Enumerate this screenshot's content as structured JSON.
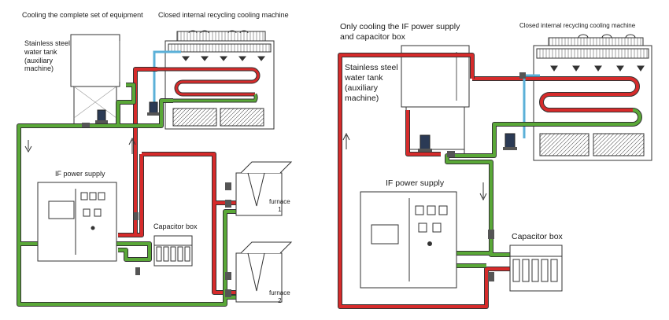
{
  "left_panel": {
    "title": "Cooling the complete set of equipment",
    "cooling_machine_label": "Closed internal recycling cooling machine",
    "water_tank_label": "Stainless steel\nwater tank\n(auxiliary\nmachine)",
    "power_supply_label": "IF power supply",
    "capacitor_label": "Capacitor box",
    "furnace1_label": "furnace\n1",
    "furnace2_label": "furnace\n2"
  },
  "right_panel": {
    "title": "Only cooling the IF power supply\nand capacitor box",
    "cooling_machine_label": "Closed internal recycling cooling machine",
    "water_tank_label": "Stainless steel\nwater tank\n(auxiliary\nmachine)",
    "power_supply_label": "IF power supply",
    "capacitor_label": "Capacitor box"
  },
  "colors": {
    "hot_pipe": "#d62b2b",
    "cold_pipe": "#5aa838",
    "fan_pipe": "#5bb0d8",
    "outline": "#333333"
  }
}
